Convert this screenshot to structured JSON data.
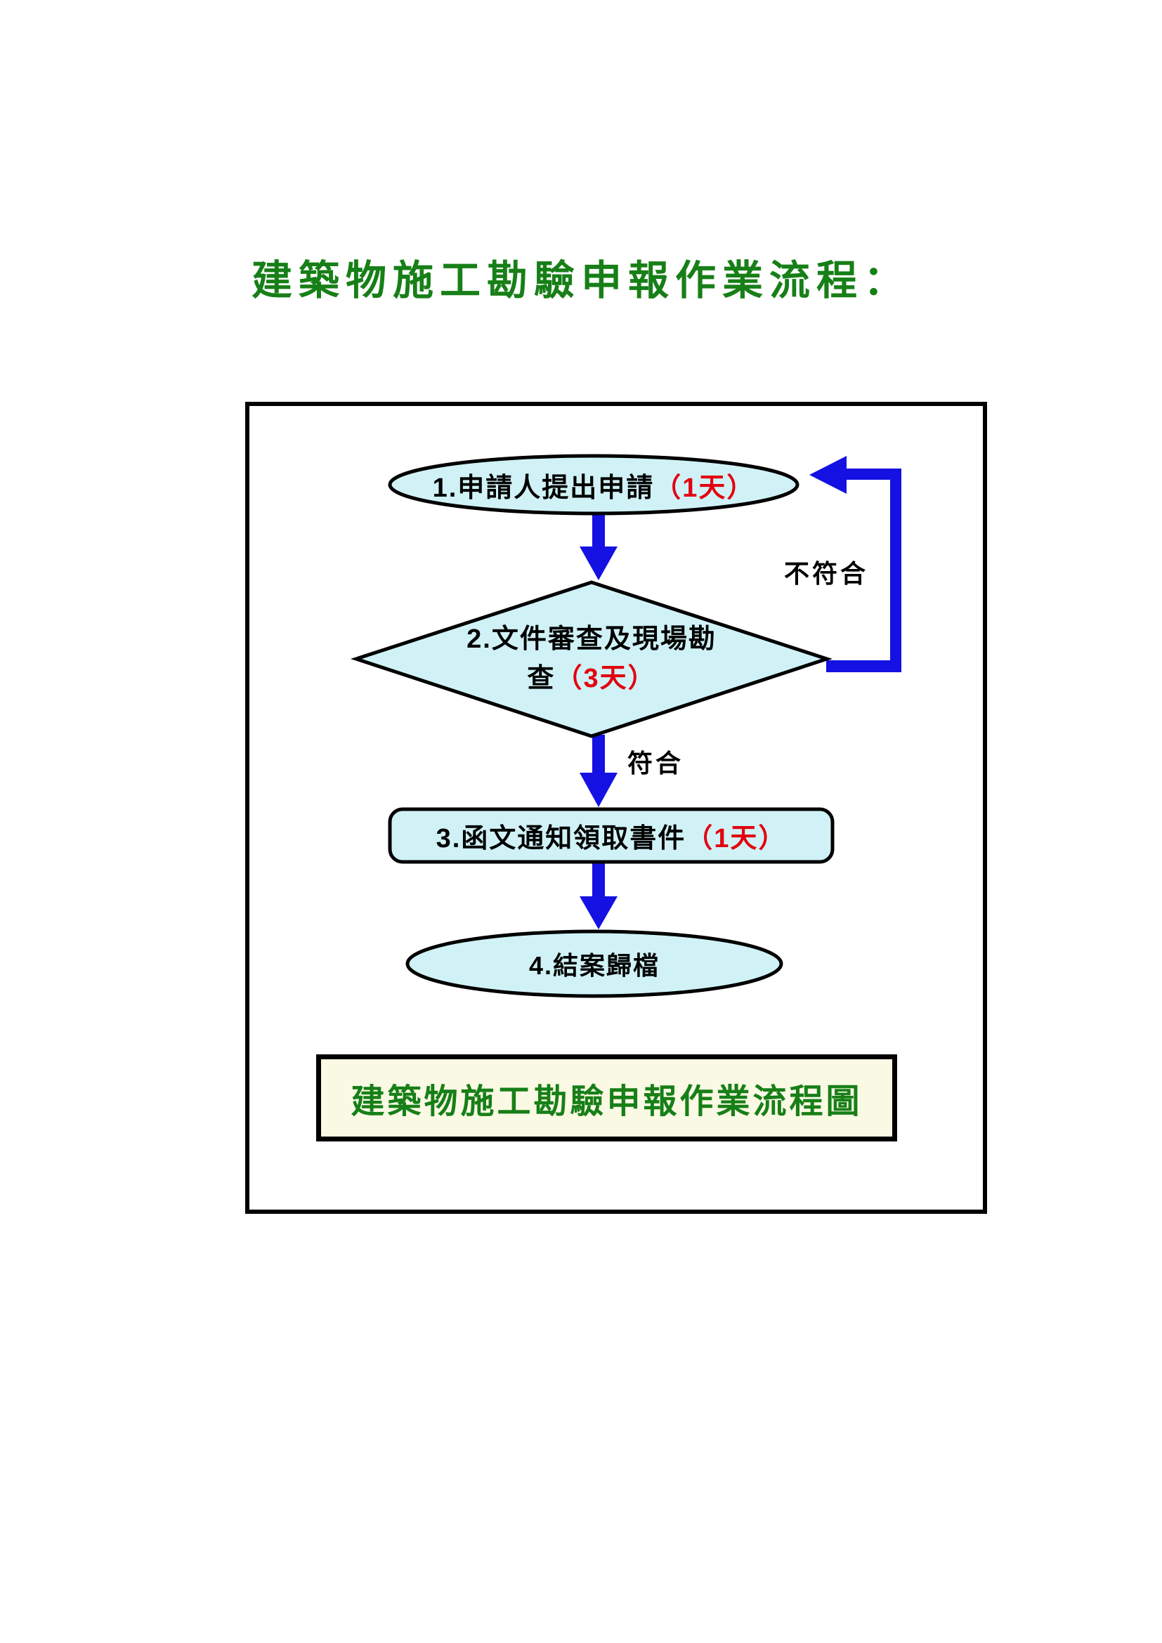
{
  "page": {
    "title": "建築物施工勘驗申報作業流程：",
    "caption": "建築物施工勘驗申報作業流程圖"
  },
  "flowchart": {
    "nodes": [
      {
        "id": "1",
        "shape": "ellipse",
        "label": "1.申請人提出申請",
        "duration": "（1天）"
      },
      {
        "id": "2",
        "shape": "diamond",
        "label_line1": "2.文件審查及現場勘",
        "label_line2": "查",
        "duration": "（3天）"
      },
      {
        "id": "3",
        "shape": "rounded-rect",
        "label": "3.函文通知領取書件",
        "duration": "（1天）"
      },
      {
        "id": "4",
        "shape": "ellipse",
        "label": "4.結案歸檔",
        "duration": ""
      }
    ],
    "edges": [
      {
        "from": "1",
        "to": "2",
        "label": ""
      },
      {
        "from": "2",
        "to": "1",
        "label": "不符合"
      },
      {
        "from": "2",
        "to": "3",
        "label": "符合"
      },
      {
        "from": "3",
        "to": "4",
        "label": ""
      }
    ],
    "edge_labels": {
      "no_match": "不符合",
      "match": "符合"
    }
  },
  "colors": {
    "title_green": "#177F17",
    "node_fill": "#D0F2F6",
    "arrow_blue": "#1411E2",
    "duration_red": "#E30010",
    "caption_bg": "#FAF9E4",
    "outline": "#000000"
  }
}
